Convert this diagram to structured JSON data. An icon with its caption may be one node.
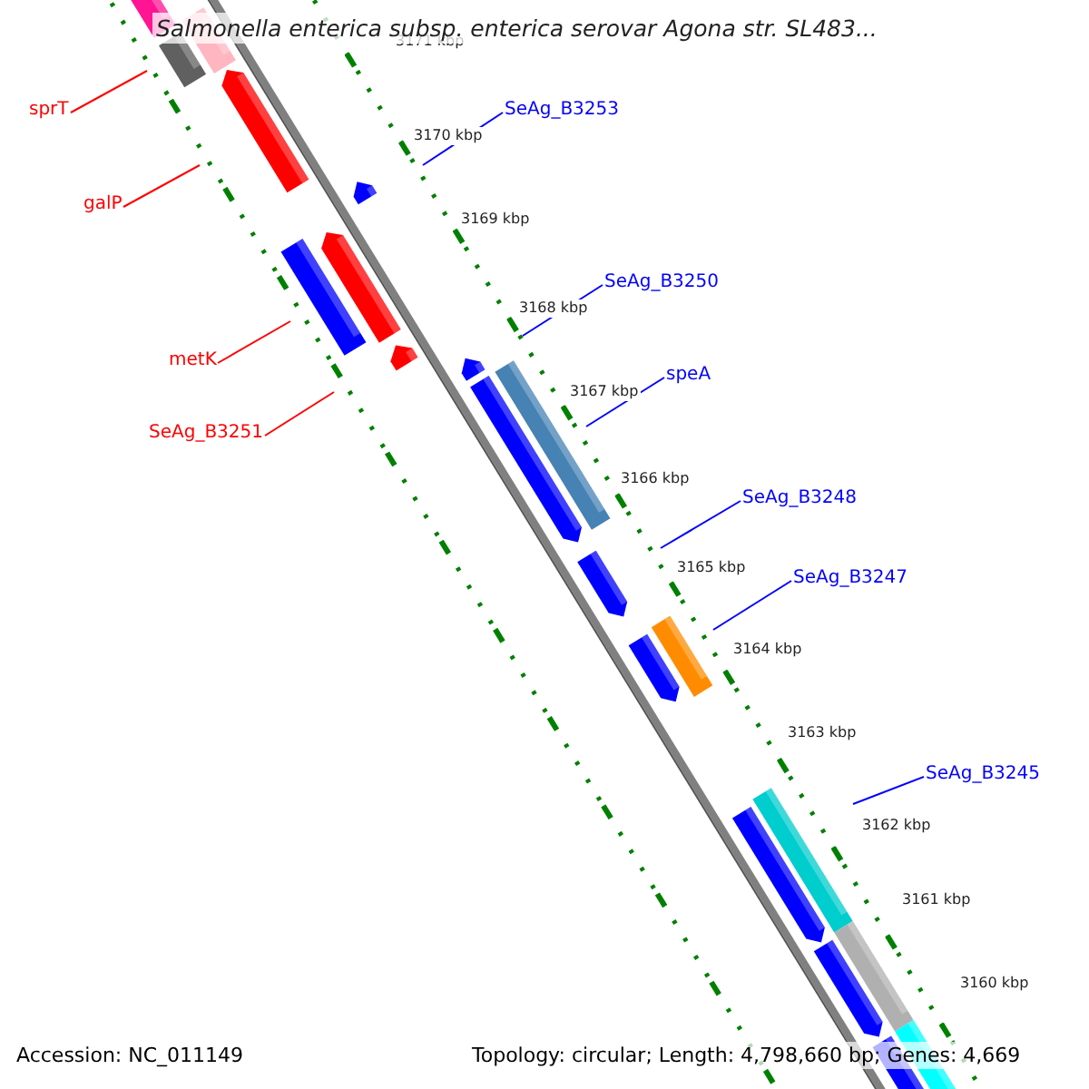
{
  "diagram": {
    "title": "Salmonella enterica subsp. enterica serovar Agona str. SL483...",
    "nodes": [
      {
        "text": [
          "SeAg_B3253"
        ]
      },
      {
        "text": [
          "sprT"
        ]
      },
      {
        "text": [
          "galP"
        ]
      },
      {
        "text": [
          "SeAg_B3250"
        ]
      },
      {
        "text": [
          "metK"
        ]
      },
      {
        "text": [
          "speA"
        ]
      },
      {
        "text": [
          "SeAg_B3251"
        ]
      },
      {
        "text": [
          "SeAg_B3248"
        ]
      },
      {
        "text": [
          "SeAg_B3247"
        ]
      },
      {
        "text": [
          "SeAg_B3245"
        ]
      }
    ],
    "edges": [
      {
        "from": 0,
        "to": null,
        "arrow": "none"
      },
      {
        "from": 1,
        "to": null,
        "arrow": "none",
        "color": "#ff0000"
      },
      {
        "from": 2,
        "to": null,
        "arrow": "none",
        "color": "#ff0000"
      },
      {
        "from": 3,
        "to": null,
        "arrow": "none"
      },
      {
        "from": 4,
        "to": null,
        "arrow": "none",
        "color": "#ff0000"
      },
      {
        "from": 5,
        "to": null,
        "arrow": "none"
      },
      {
        "from": 6,
        "to": null,
        "arrow": "none",
        "color": "#ff0000"
      },
      {
        "from": 7,
        "to": null,
        "arrow": "none"
      },
      {
        "from": 8,
        "to": null,
        "arrow": "none"
      },
      {
        "from": 9,
        "to": null,
        "arrow": "none"
      }
    ],
    "labels": [
      "3171 kbp",
      "3170 kbp",
      "3169 kbp",
      "3168 kbp",
      "3167 kbp",
      "3166 kbp",
      "3165 kbp",
      "3164 kbp",
      "3163 kbp",
      "3162 kbp",
      "3161 kbp",
      "3160 kbp",
      "Accession: NC_011149",
      "Topology: circular; Length: 4,798,660 bp; Genes: 4,669"
    ]
  }
}
